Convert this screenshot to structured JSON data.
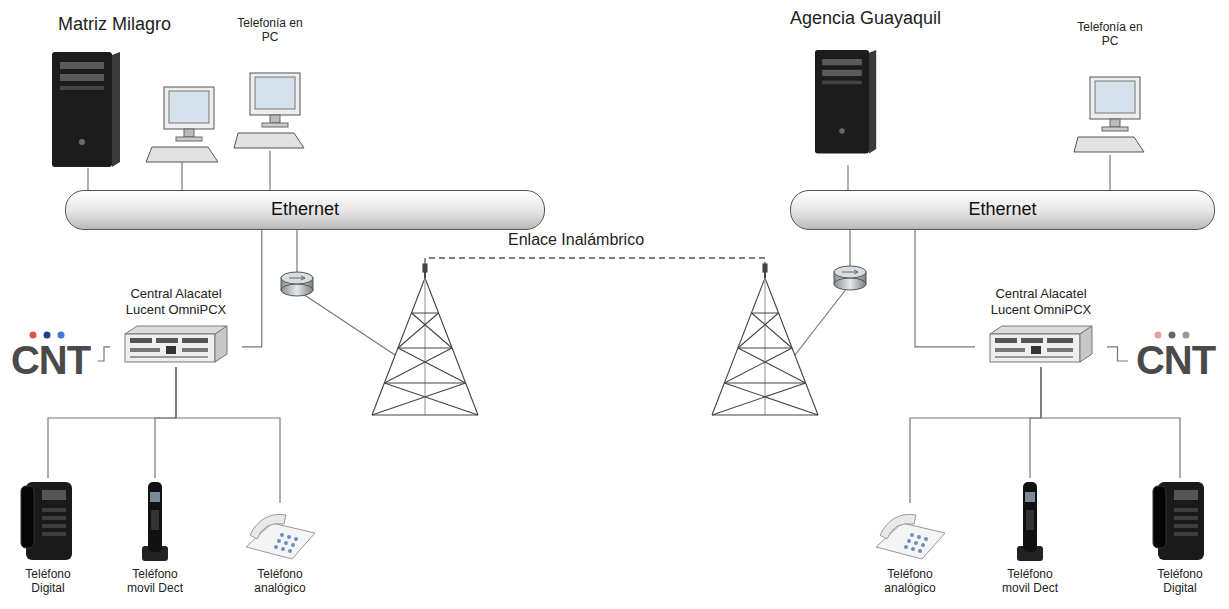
{
  "diagram": {
    "nodes": [
      {
        "text": [
          "Ethernet"
        ]
      },
      {
        "text": [
          "Ethernet"
        ]
      },
      {
        "text": [
          "Central Alacatel Lucent OmniPCX"
        ]
      },
      {
        "text": [
          "Central Alacatel Lucent OmniPCX"
        ]
      },
      {
        "text": [
          "CNT"
        ]
      },
      {
        "text": [
          "CNT"
        ]
      },
      {
        "text": [
          "Teléfono Digital"
        ]
      },
      {
        "text": [
          "Teléfono movil Dect"
        ]
      },
      {
        "text": [
          "Teléfono analógico"
        ]
      },
      {
        "text": [
          "Teléfono analógico"
        ]
      },
      {
        "text": [
          "Teléfono movil Dect"
        ]
      },
      {
        "text": [
          "Teléfono Digital"
        ]
      },
      {
        "text": [
          "Telefonía en PC"
        ]
      },
      {
        "text": [
          "Telefonía en PC"
        ]
      }
    ],
    "edges": [
      {
        "from": 2,
        "to": 0,
        "arrow": "none"
      },
      {
        "from": 4,
        "to": 2,
        "arrow": "none"
      },
      {
        "from": 2,
        "to": 6,
        "arrow": "none"
      },
      {
        "from": 2,
        "to": 7,
        "arrow": "none"
      },
      {
        "from": 2,
        "to": 8,
        "arrow": "none"
      },
      {
        "from": 3,
        "to": 1,
        "arrow": "none"
      },
      {
        "from": 5,
        "to": 3,
        "arrow": "none"
      },
      {
        "from": 3,
        "to": 9,
        "arrow": "none"
      },
      {
        "from": 3,
        "to": 10,
        "arrow": "none"
      },
      {
        "from": 3,
        "to": 11,
        "arrow": "none"
      },
      {
        "from": 12,
        "to": 0,
        "arrow": "none"
      },
      {
        "from": 13,
        "to": 1,
        "arrow": "none"
      }
    ],
    "labels": [
      "Matriz Milagro",
      "Agencia Guayaquil",
      "Enlace Inalámbrico"
    ]
  }
}
